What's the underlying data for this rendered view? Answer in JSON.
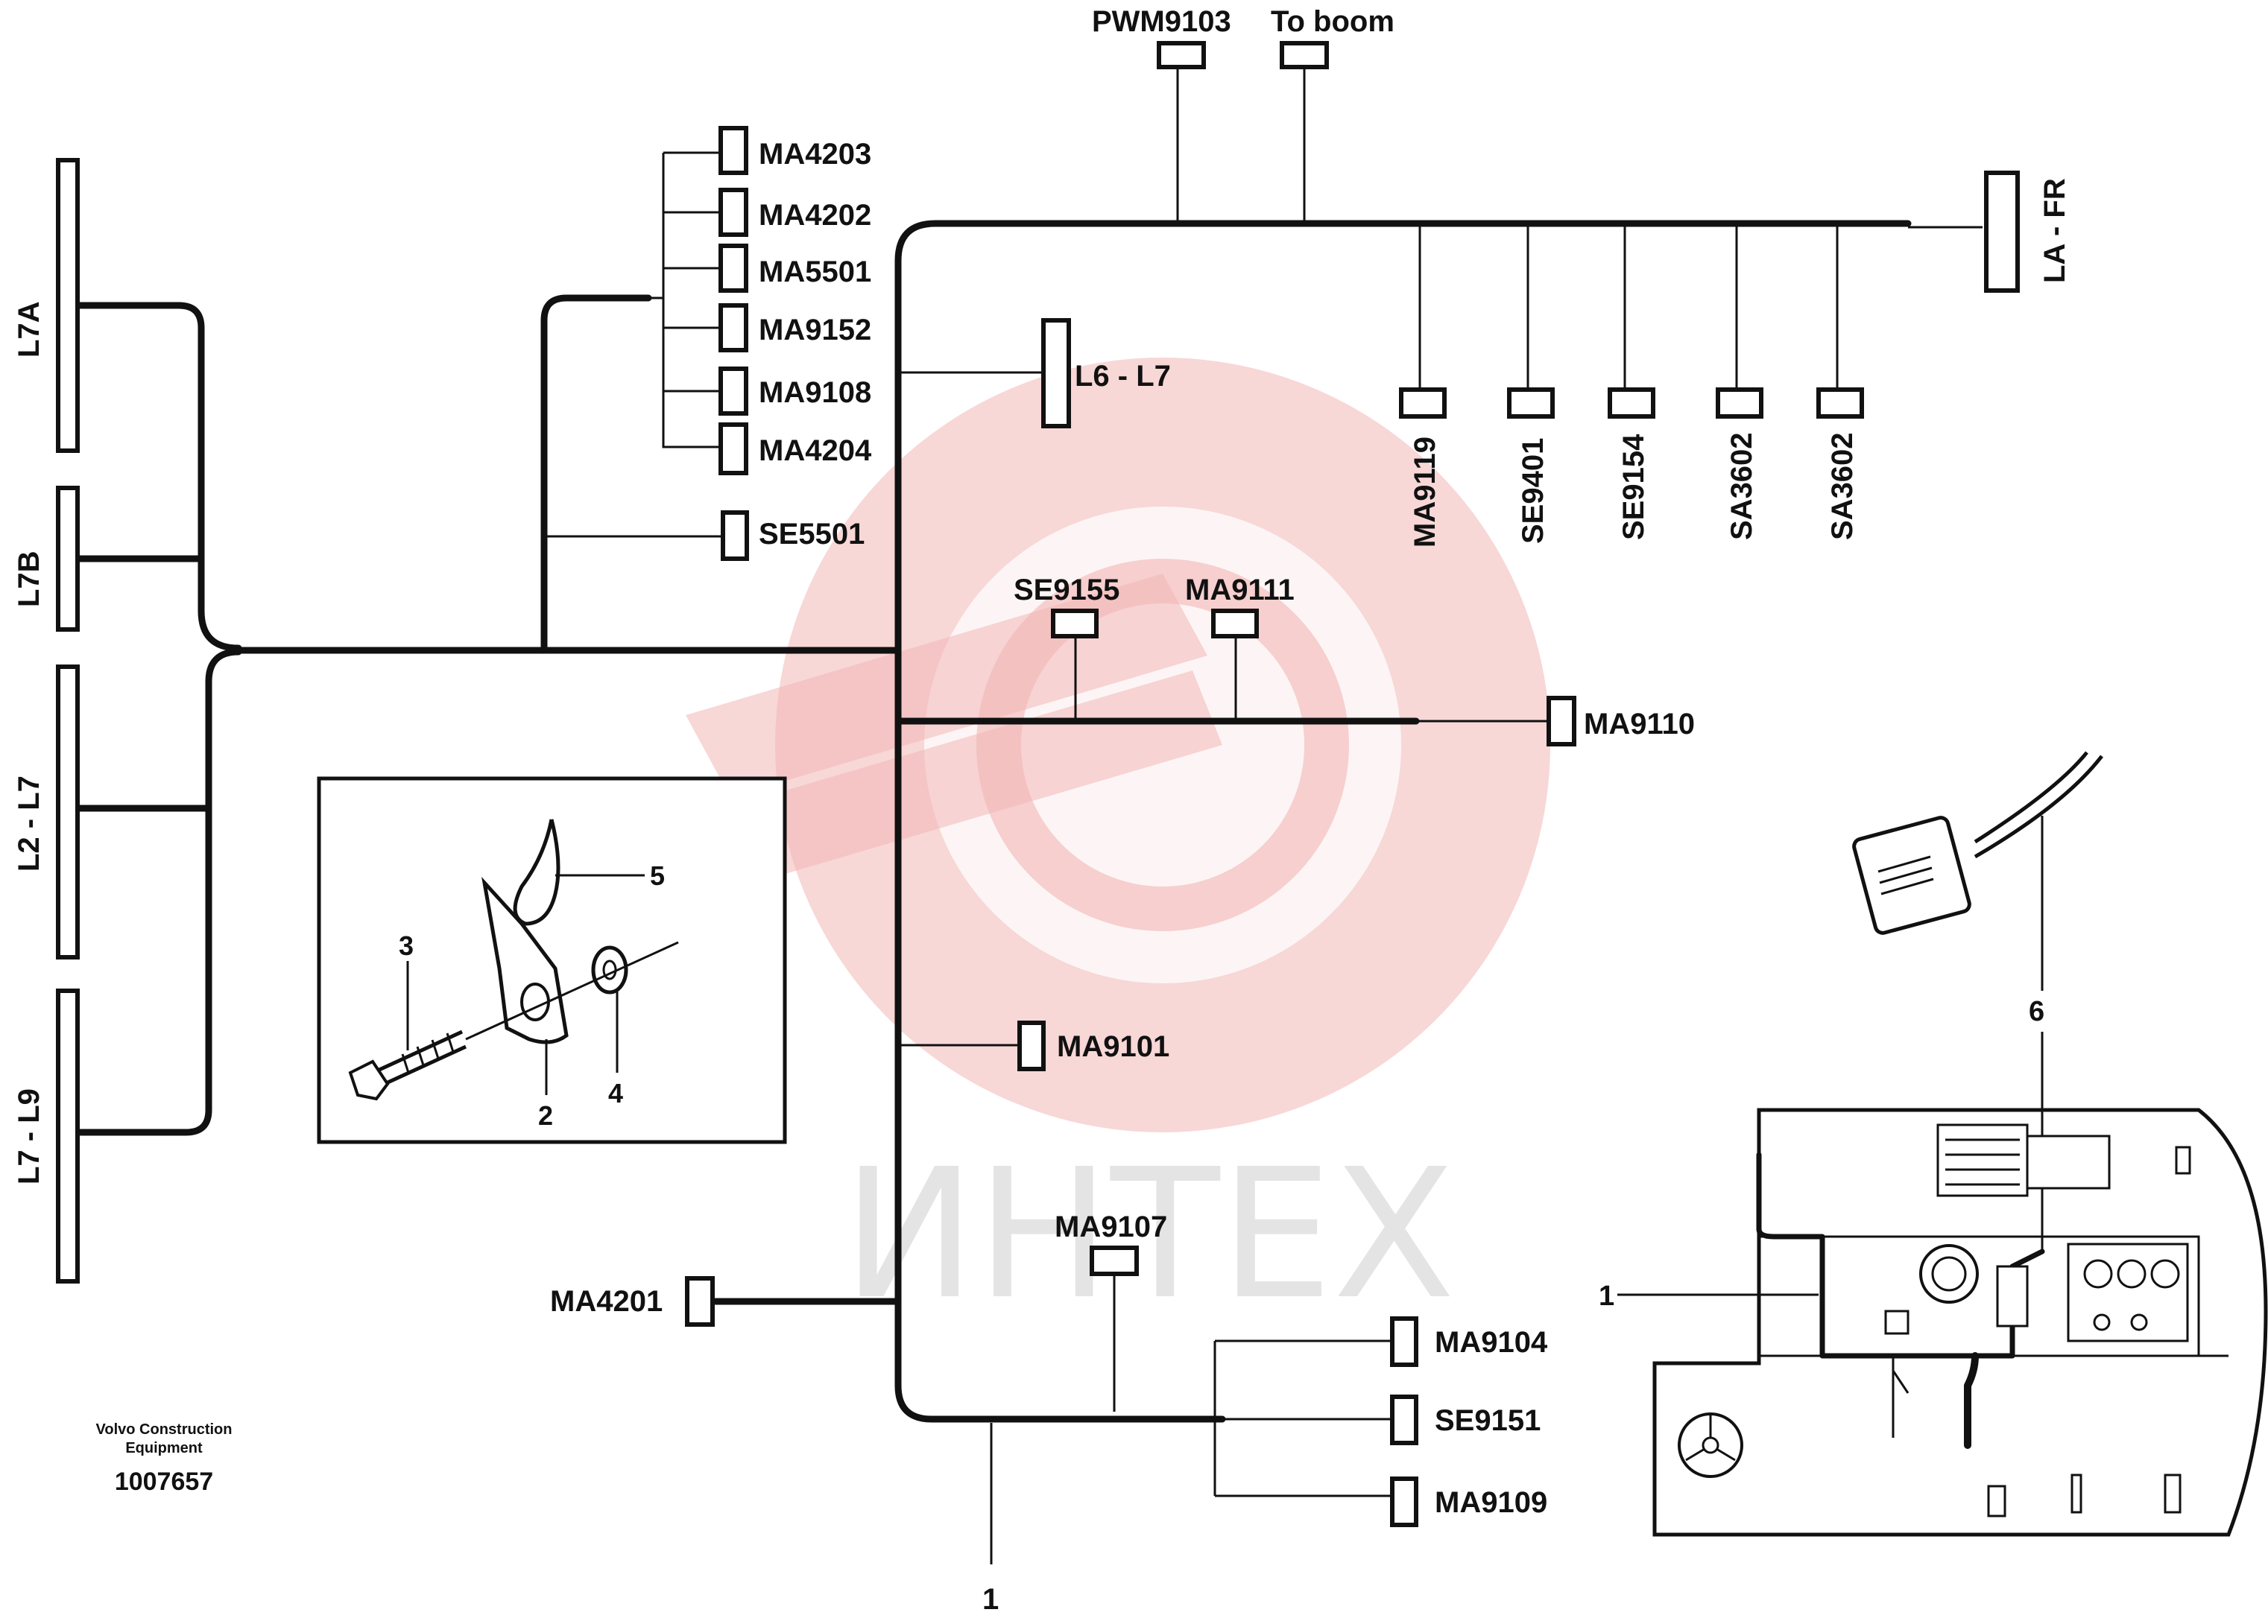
{
  "labels": {
    "pwm9103": "PWM9103",
    "to_boom": "To boom",
    "ma4203": "MA4203",
    "ma4202": "MA4202",
    "ma5501": "MA5501",
    "ma9152": "MA9152",
    "ma9108": "MA9108",
    "ma4204": "MA4204",
    "se5501": "SE5501",
    "l6_l7": "L6 - L7",
    "la_fr": "LA - FR",
    "ma9119": "MA9119",
    "se9401": "SE9401",
    "se9154": "SE9154",
    "sa3602_a": "SA3602",
    "sa3602_b": "SA3602",
    "se9155": "SE9155",
    "ma9111": "MA9111",
    "ma9110": "MA9110",
    "l7a": "L7A",
    "l7b": "L7B",
    "l2_l7": "L2 - L7",
    "l7_l9": "L7 - L9",
    "ma9101": "MA9101",
    "ma9107": "MA9107",
    "ma4201": "MA4201",
    "ma9104": "MA9104",
    "se9151": "SE9151",
    "ma9109": "MA9109",
    "callout_1_bottom": "1",
    "callout_1_side": "1",
    "callout_6": "6",
    "detail_2": "2",
    "detail_3": "3",
    "detail_4": "4",
    "detail_5": "5"
  },
  "footer": {
    "company_line1": "Volvo Construction",
    "company_line2": "Equipment",
    "drawing_number": "1007657"
  },
  "watermark": {
    "text": "ИНТЕХ",
    "logo": "gear-logo-icon"
  }
}
